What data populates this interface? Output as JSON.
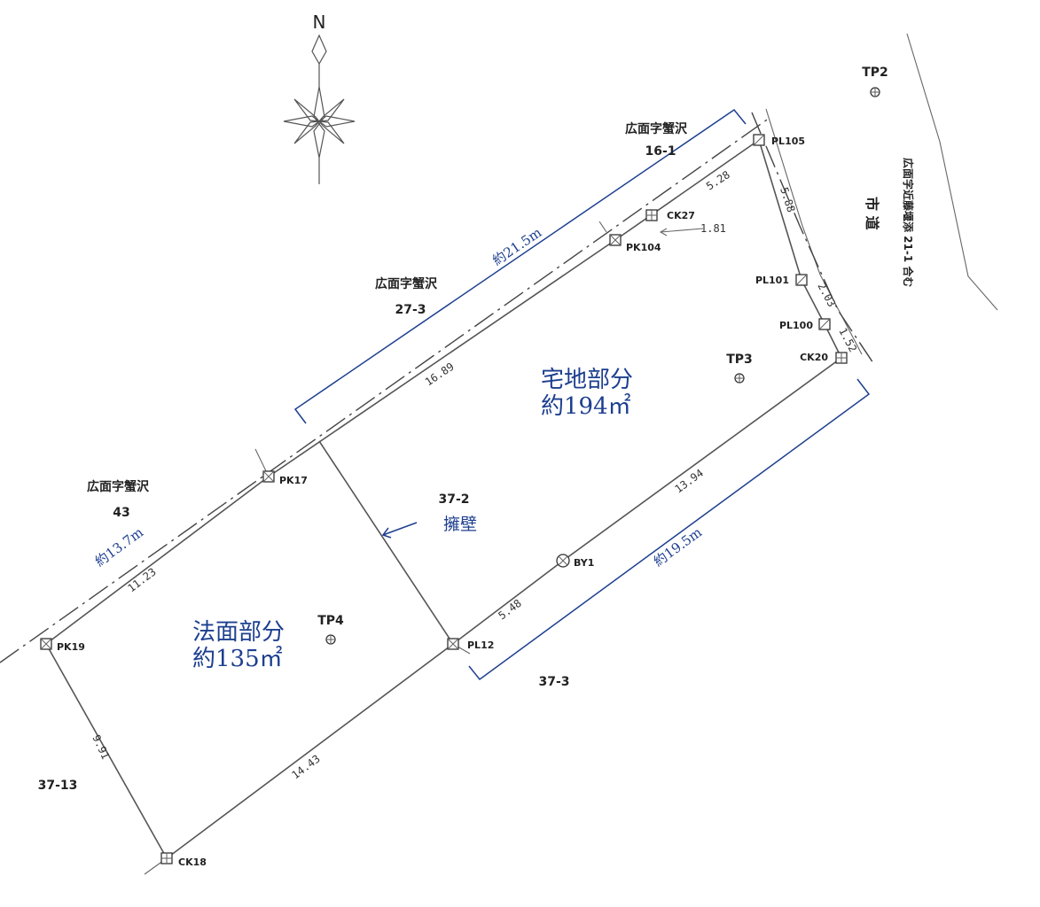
{
  "north": "N",
  "lots": {
    "north_east": {
      "name": "広面字蟹沢",
      "number": "16-1"
    },
    "north_mid": {
      "name": "広面字蟹沢",
      "number": "27-3"
    },
    "north_west": {
      "name": "広面字蟹沢",
      "number": "43"
    },
    "south": "37-3",
    "south_west": "37-13",
    "center_lot": "37-2",
    "east_road": "市 道",
    "east_lot": "広面字近藤堰添 21-1 合む"
  },
  "areas": {
    "residential": {
      "label": "宅地部分",
      "value": "約194㎡"
    },
    "slope": {
      "label": "法面部分",
      "value": "約135㎡"
    }
  },
  "retaining_wall": "擁壁",
  "points": {
    "TP2": "TP2",
    "TP3": "TP3",
    "TP4": "TP4",
    "PL105": "PL105",
    "CK27": "CK27",
    "PK104": "PK104",
    "PL101": "PL101",
    "PL100": "PL100",
    "CK20": "CK20",
    "PK17": "PK17",
    "PK19": "PK19",
    "CK18": "CK18",
    "BY1": "BY1",
    "PL12": "PL12"
  },
  "dimensions": {
    "d528": "5.28",
    "d181": "1.81",
    "d588": "5.88",
    "d203": "2.03",
    "d152": "1.52",
    "d1689": "16.89",
    "d1394": "13.94",
    "d548": "5.48",
    "d1123": "11.23",
    "d991": "9.91",
    "d1443": "14.43"
  },
  "bracket_dims": {
    "north_edge": "約21.5m",
    "south_edge": "約19.5m",
    "west_edge": "約13.7m"
  },
  "colors": {
    "linework": "#555555",
    "annotation_blue": "#1d3f8f"
  }
}
